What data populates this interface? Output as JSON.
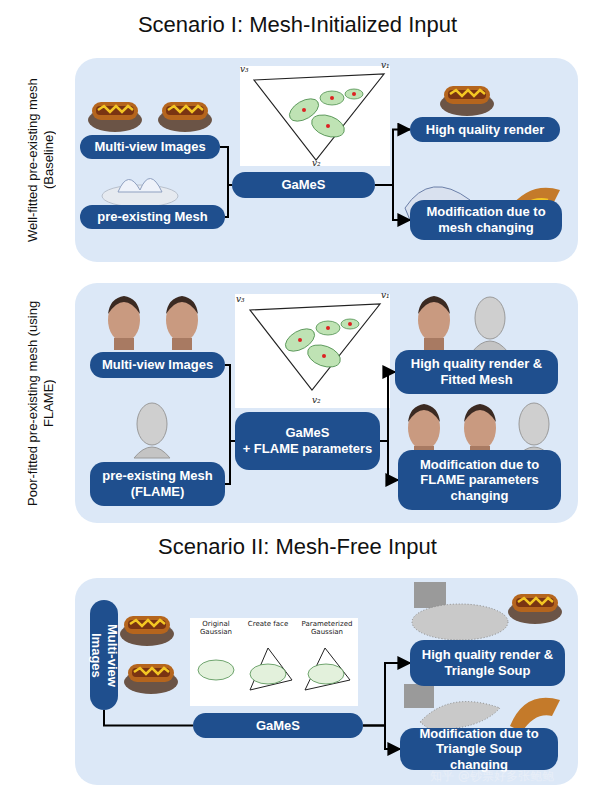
{
  "diagram": {
    "title": "Scenario I: Mesh-Initialized Input",
    "nodes": [
      {
        "text": [
          "Well-fitted pre-existing mesh (Baseline)"
        ]
      },
      {
        "text": [
          "Multi-view Images"
        ],
        "in": 0
      },
      {
        "text": [
          "pre-existing Mesh"
        ],
        "in": 0
      },
      {
        "text": [
          "GaMeS"
        ],
        "in": 0
      },
      {
        "text": [
          "High quality render"
        ],
        "in": 0
      },
      {
        "text": [
          "Modification due to mesh changing"
        ],
        "in": 0
      },
      {
        "text": [
          "Poor-fitted pre-existing mesh (using FLAME)"
        ]
      },
      {
        "text": [
          "Multi-view Images"
        ],
        "in": 6
      },
      {
        "text": [
          "pre-existing Mesh (FLAME)"
        ],
        "in": 6
      },
      {
        "text": [
          "GaMeS",
          "+ FLAME parameters"
        ],
        "in": 6
      },
      {
        "text": [
          "High quality render & Fitted Mesh"
        ],
        "in": 6
      },
      {
        "text": [
          "Modification due to FLAME parameters changing"
        ],
        "in": 6
      },
      {
        "text": [
          "Scenario II: Mesh-Free Input"
        ]
      },
      {
        "text": [
          "Multi-view Images"
        ],
        "in": 12
      },
      {
        "text": [
          "GaMeS"
        ],
        "in": 12
      },
      {
        "text": [
          "High quality render & Triangle Soup"
        ],
        "in": 12
      },
      {
        "text": [
          "Modification due to Triangle Soup changing"
        ],
        "in": 12
      }
    ],
    "edges": [
      {
        "from": 1,
        "to": 3,
        "arrow": "none"
      },
      {
        "from": 2,
        "to": 3,
        "arrow": "none"
      },
      {
        "from": 3,
        "to": 4,
        "arrow": "to"
      },
      {
        "from": 3,
        "to": 5,
        "arrow": "to"
      },
      {
        "from": 7,
        "to": 9,
        "arrow": "none"
      },
      {
        "from": 8,
        "to": 9,
        "arrow": "none"
      },
      {
        "from": 9,
        "to": 10,
        "arrow": "to"
      },
      {
        "from": 9,
        "to": 11,
        "arrow": "to"
      },
      {
        "from": 13,
        "to": 14,
        "arrow": "none"
      },
      {
        "from": 14,
        "to": 15,
        "arrow": "to"
      },
      {
        "from": 14,
        "to": 16,
        "arrow": "to"
      }
    ],
    "labels": [
      "v₃",
      "v₁",
      "v₂",
      "v₃",
      "v₁",
      "v₂",
      "Original Gaussian",
      "Create face",
      "Parameterized Gaussian",
      "知乎 @钞票好多张鲍鲍"
    ]
  }
}
